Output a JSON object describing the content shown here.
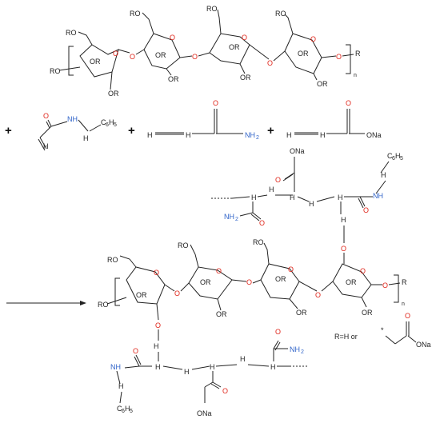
{
  "colors": {
    "bond": "#222222",
    "oxygen": "#e0261b",
    "nitrogen": "#2f63c9",
    "background": "#ffffff"
  },
  "labels": {
    "ro": "RO",
    "or": "OR",
    "o": "O",
    "r": "R",
    "n": "n",
    "plus": "+",
    "nh": "NH",
    "h": "H",
    "h2": "H",
    "h2_sub": "2",
    "c6h5": "C",
    "c6h5_sub6": "6",
    "h5": "H",
    "h5_sub": "5",
    "nh2": "NH",
    "nh2_sub": "2",
    "ona": "ONa",
    "r_def": "R=H or",
    "star": "*"
  }
}
